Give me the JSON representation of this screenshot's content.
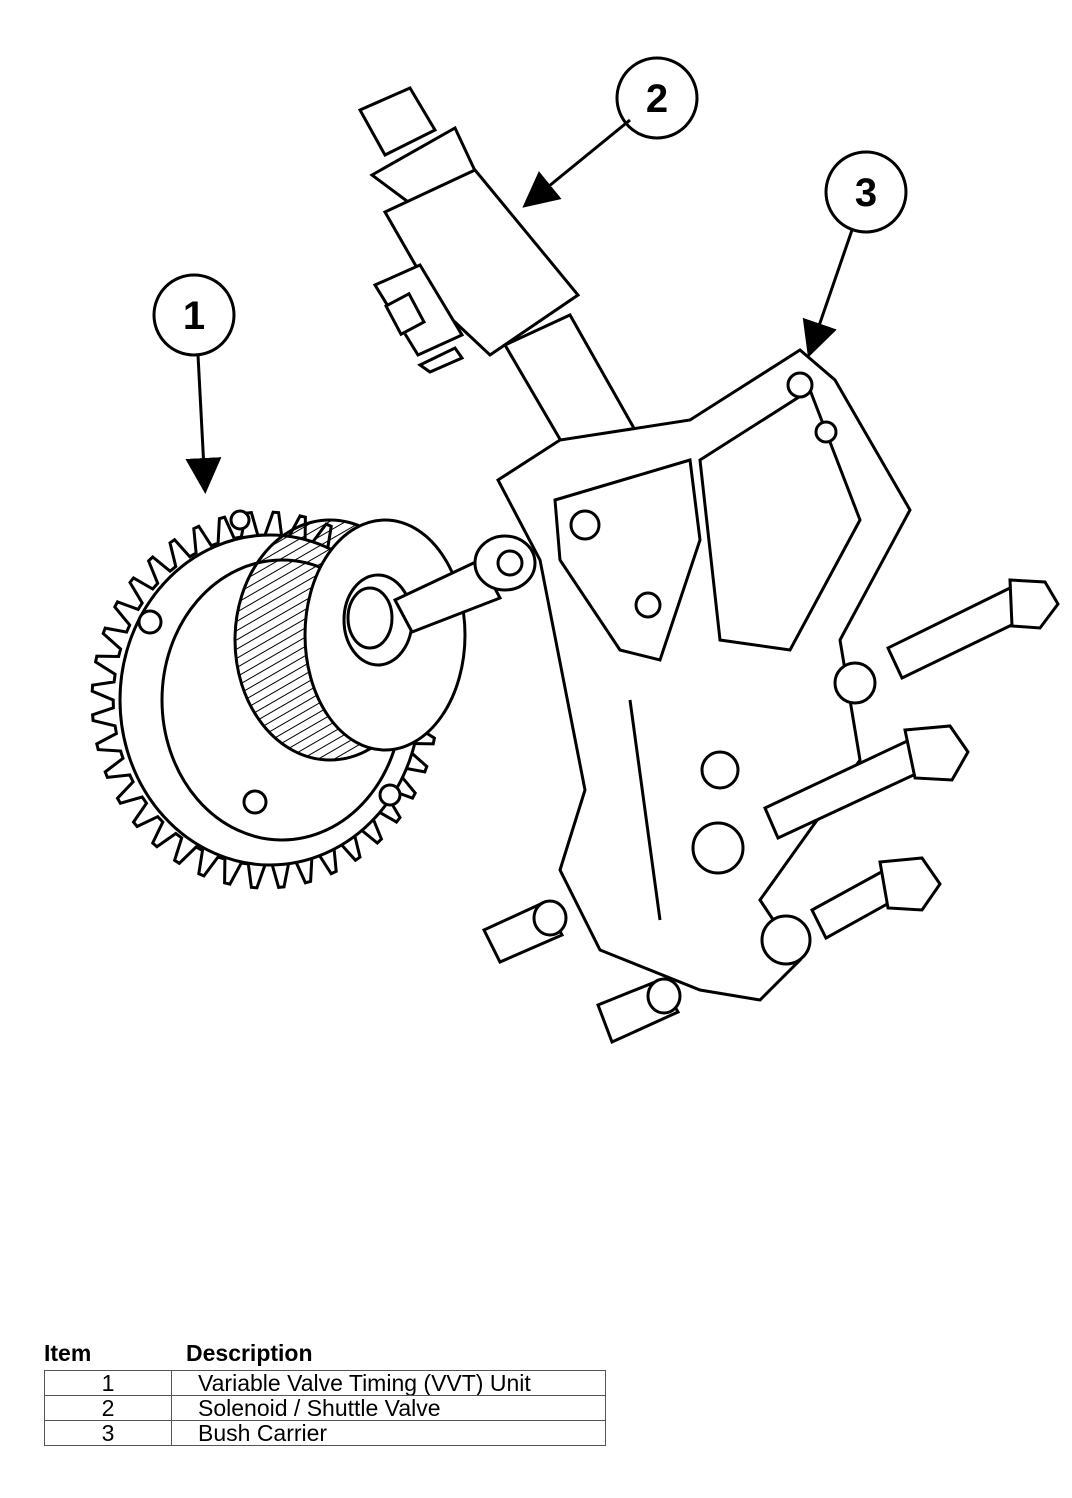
{
  "callouts": [
    {
      "number": "1"
    },
    {
      "number": "2"
    },
    {
      "number": "3"
    }
  ],
  "legend": {
    "header_item": "Item",
    "header_description": "Description",
    "rows": [
      {
        "item": "1",
        "description": "Variable Valve Timing (VVT) Unit"
      },
      {
        "item": "2",
        "description": "Solenoid / Shuttle Valve"
      },
      {
        "item": "3",
        "description": "Bush Carrier"
      }
    ]
  },
  "colors": {
    "line": "#000000",
    "background": "#ffffff"
  }
}
